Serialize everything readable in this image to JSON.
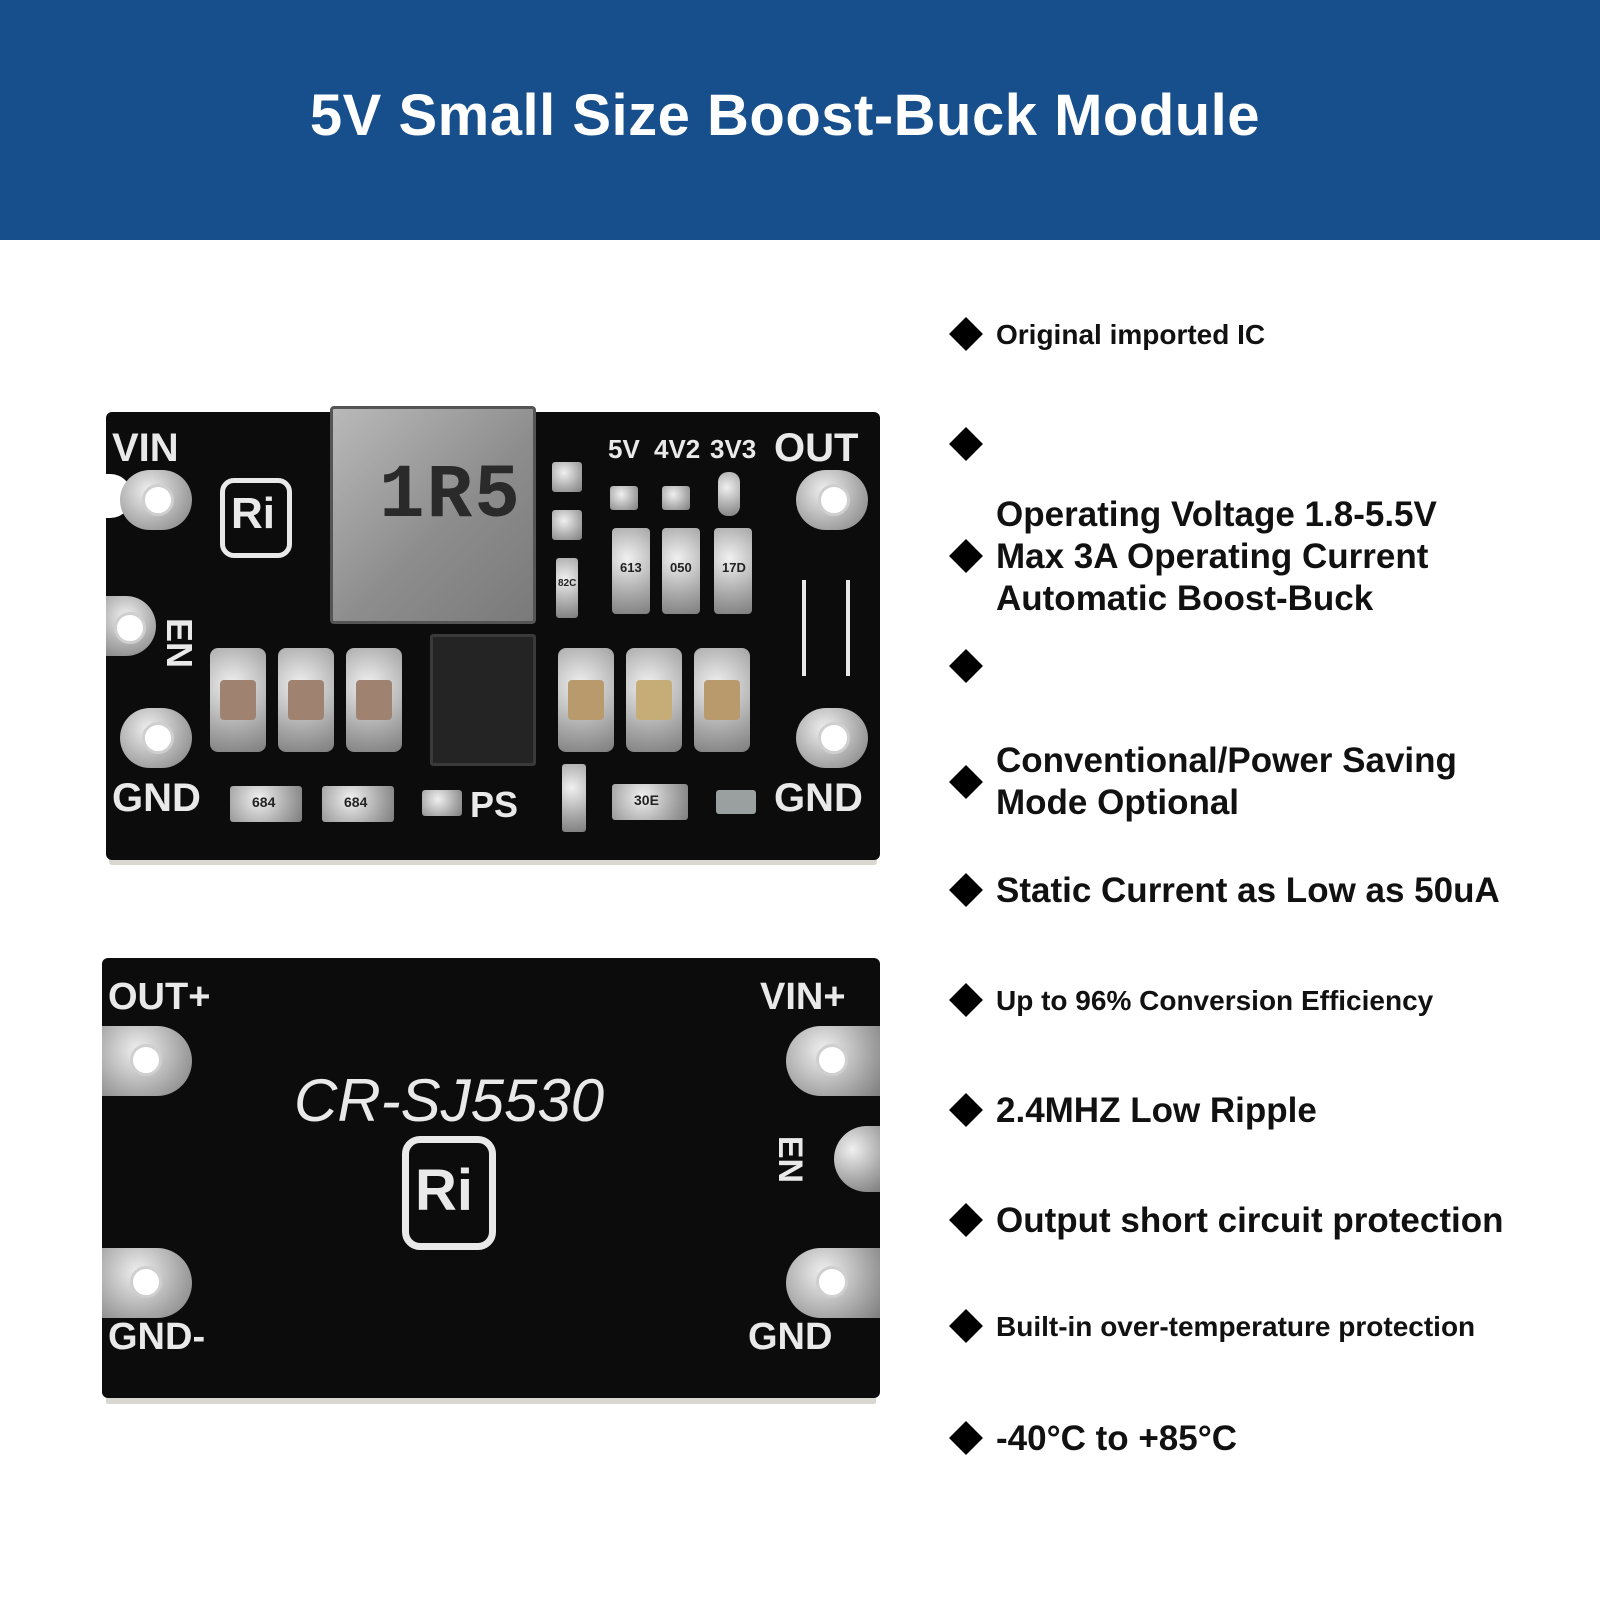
{
  "banner": {
    "title": "5V Small Size Boost-Buck Module"
  },
  "top_board": {
    "inductor_mark": "1R5",
    "labels": {
      "vin": "VIN",
      "out": "OUT",
      "en": "EN",
      "gnd_left": "GND",
      "gnd_right": "GND",
      "ps": "PS",
      "v5": "5V",
      "v42": "4V2",
      "v33": "3V3",
      "logo": "Ri"
    },
    "resistor_marks": [
      "684",
      "684",
      "30E",
      "613",
      "050",
      "17D",
      "82C"
    ]
  },
  "bottom_board": {
    "model": "CR-SJ5530",
    "labels": {
      "out_plus": "OUT+",
      "vin_plus": "VIN+",
      "en": "EN",
      "gnd_minus": "GND-",
      "gnd": "GND",
      "logo": "Ri"
    }
  },
  "features": [
    {
      "text": "Original imported IC",
      "size": "small"
    },
    {
      "text": "",
      "size": "big"
    },
    {
      "text": "Operating Voltage 1.8-5.5V\nMax 3A Operating Current\nAutomatic Boost-Buck",
      "size": "big"
    },
    {
      "text": "",
      "size": "big"
    },
    {
      "text": "Conventional/Power Saving\nMode Optional",
      "size": "big"
    },
    {
      "text": "Static Current as Low as 50uA",
      "size": "big"
    },
    {
      "text": "Up to 96% Conversion Efficiency",
      "size": "small"
    },
    {
      "text": "2.4MHZ Low Ripple",
      "size": "big"
    },
    {
      "text": "Output short circuit protection",
      "size": "big"
    },
    {
      "text": "Built-in over-temperature protection",
      "size": "small"
    },
    {
      "text": "-40°C to +85°C",
      "size": "big"
    }
  ]
}
